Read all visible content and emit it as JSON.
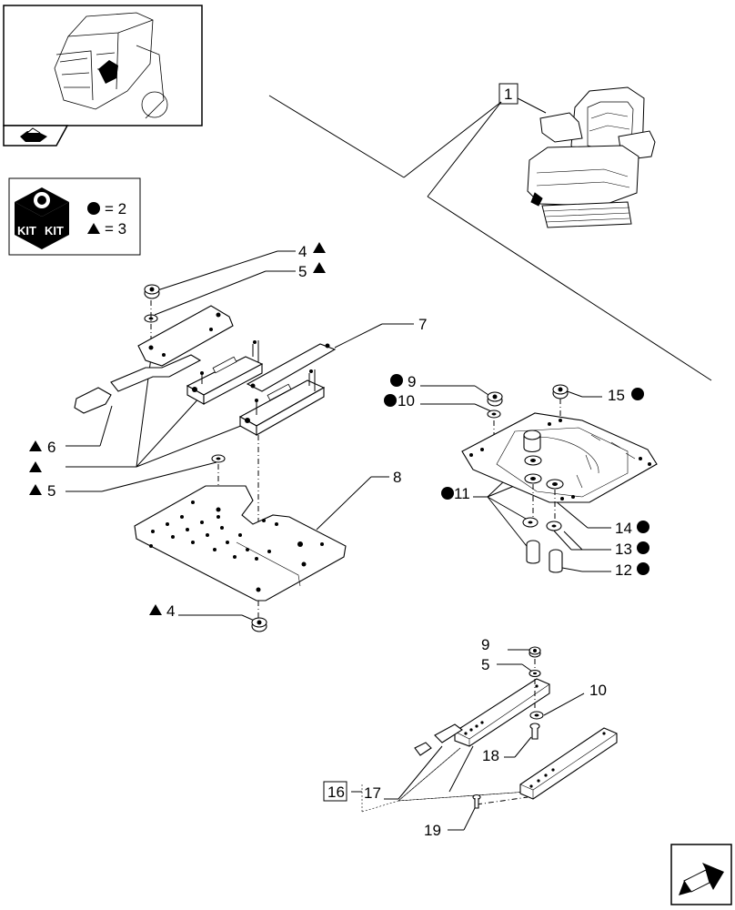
{
  "kit": {
    "kit_labels": [
      "KIT",
      "KIT"
    ],
    "legend": [
      {
        "symbol": "circle",
        "text": "= 2"
      },
      {
        "symbol": "triangle",
        "text": "= 3"
      }
    ]
  },
  "callouts": {
    "ref1": "1",
    "ref16": "16",
    "l4a": "4",
    "l5a": "5",
    "l7": "7",
    "l6": "6",
    "l5b": "5",
    "l8": "8",
    "l4b": "4",
    "l9a": "9",
    "l10a": "10",
    "l15": "15",
    "l11": "11",
    "l14": "14",
    "l13": "13",
    "l12": "12",
    "l9b": "9",
    "l5c": "5",
    "l10b": "10",
    "l18": "18",
    "l17": "17",
    "l19": "19"
  },
  "icons": [
    "tractor-cab-thumbnail",
    "kit-box-icon",
    "seat-illustration",
    "next-page-arrow-icon"
  ]
}
